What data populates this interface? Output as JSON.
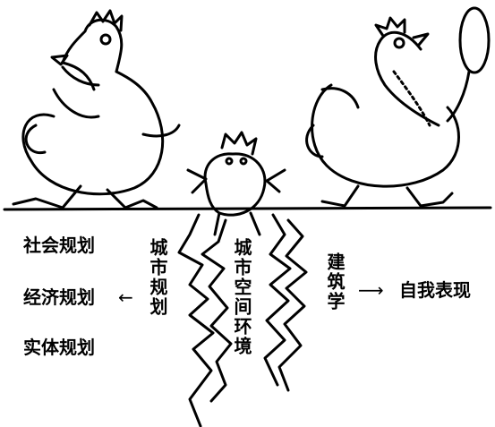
{
  "labels": {
    "social_planning": "社会规划",
    "economic_planning": "经济规划",
    "physical_planning": "实体规划",
    "city_planning": "城市规划",
    "urban_space_environment": "城市空间环境",
    "architecture": "建筑学",
    "self_expression": "自我表现"
  },
  "colors": {
    "ink": "#000000",
    "paper": "#ffffff"
  },
  "icons": [
    "left-arrow-icon",
    "right-arrow-icon"
  ]
}
